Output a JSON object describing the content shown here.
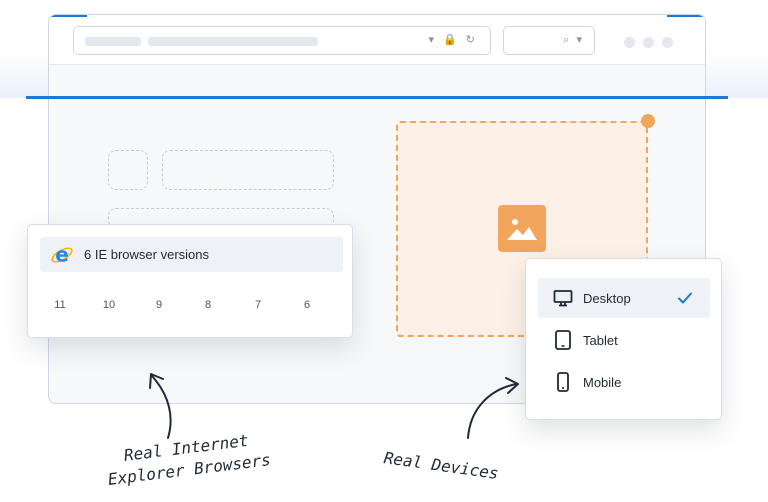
{
  "browser": {
    "chrome_icons": "▾ 🔒 ↻",
    "search_icons": "⌕ ▾"
  },
  "ie_card": {
    "title": "6 IE browser versions",
    "versions": [
      "11",
      "10",
      "9",
      "8",
      "7",
      "6"
    ]
  },
  "device_card": {
    "items": [
      {
        "label": "Desktop",
        "icon": "desktop-icon",
        "selected": true
      },
      {
        "label": "Tablet",
        "icon": "tablet-icon",
        "selected": false
      },
      {
        "label": "Mobile",
        "icon": "mobile-icon",
        "selected": false
      }
    ]
  },
  "captions": {
    "ie_line1": "Real Internet",
    "ie_line2": "Explorer Browsers",
    "devices": "Real Devices"
  },
  "colors": {
    "accent_blue": "#1f78d1",
    "accent_orange": "#f2a55c",
    "ie_blue": "#1e88e5"
  }
}
